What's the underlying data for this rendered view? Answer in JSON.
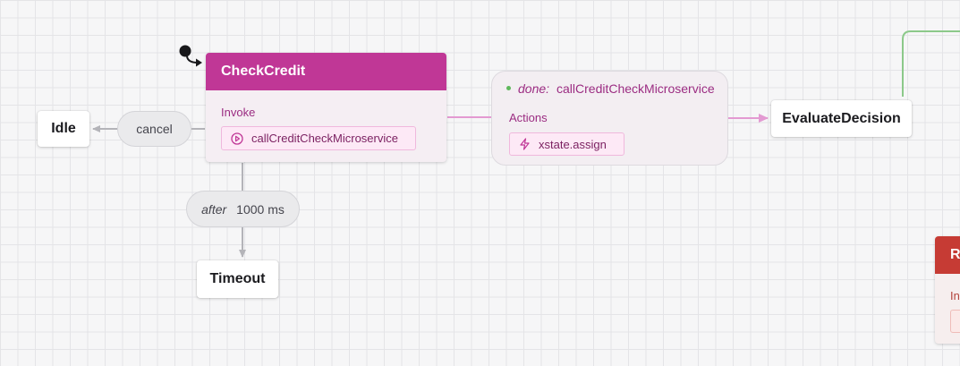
{
  "states": {
    "idle": "Idle",
    "timeout": "Timeout",
    "evaluate": "EvaluateDecision"
  },
  "check_credit": {
    "title": "CheckCredit",
    "invoke_label": "Invoke",
    "invoke_service": "callCreditCheckMicroservice",
    "invoke_icon": "play-circle-icon"
  },
  "done_transition": {
    "event_prefix": "done:",
    "event_target": "callCreditCheckMicroservice",
    "actions_label": "Actions",
    "action": "xstate.assign",
    "action_icon": "lightning-icon"
  },
  "events": {
    "cancel": "cancel",
    "after_prefix": "after",
    "after_value": "1000 ms"
  },
  "partial_node": {
    "title_fragment": "R",
    "label_fragment": "In"
  },
  "colors": {
    "accent": "#c03796",
    "edge": "#e39ad2",
    "gray_edge": "#b4b4b9",
    "green_edge": "#8cc98a",
    "red_head": "#c63b34"
  }
}
